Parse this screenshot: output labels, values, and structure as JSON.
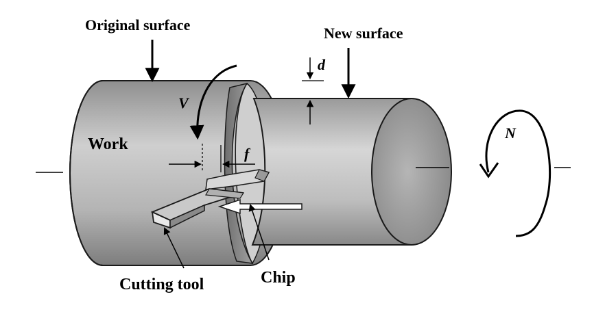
{
  "labels": {
    "original_surface": "Original surface",
    "new_surface": "New surface",
    "work": "Work",
    "cutting_tool": "Cutting tool",
    "chip": "Chip",
    "cutting_speed": "V",
    "depth_of_cut": "d",
    "feed": "f",
    "rotation_speed": "N"
  },
  "colors": {
    "cylinder_light": "#c8c8c8",
    "cylinder_mid": "#a7a7a7",
    "cylinder_dark": "#7a7a7a",
    "outline": "#1a1a1a",
    "background": "#ffffff"
  }
}
